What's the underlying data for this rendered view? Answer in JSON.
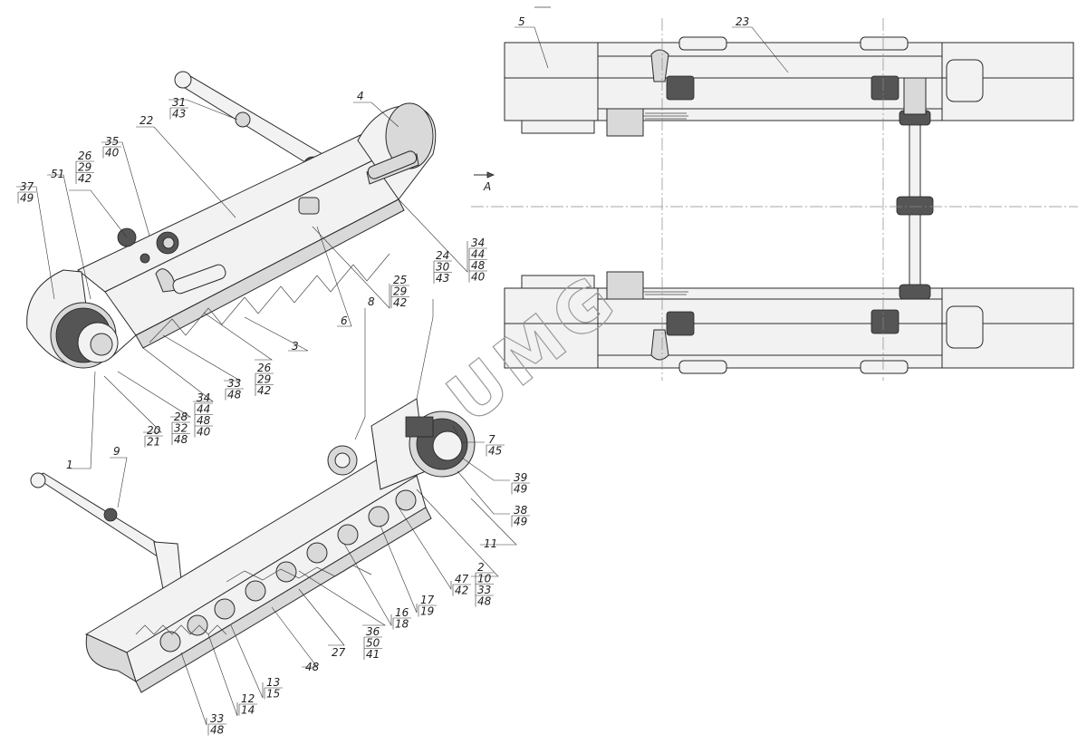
{
  "labels": {
    "c1": {
      "lines": [
        "1"
      ]
    },
    "c2": {
      "lines": [
        "2",
        "10",
        "33",
        "48"
      ]
    },
    "c3": {
      "lines": [
        "3"
      ]
    },
    "c4": {
      "lines": [
        "4"
      ]
    },
    "c5": {
      "lines": [
        "5"
      ]
    },
    "c6": {
      "lines": [
        "6"
      ]
    },
    "c7": {
      "lines": [
        "7",
        "45"
      ]
    },
    "c8": {
      "lines": [
        "8"
      ]
    },
    "c9": {
      "lines": [
        "9"
      ]
    },
    "c11": {
      "lines": [
        "11"
      ]
    },
    "c22": {
      "lines": [
        "22"
      ]
    },
    "c23": {
      "lines": [
        "23"
      ]
    },
    "c24": {
      "lines": [
        "24",
        "30",
        "43"
      ]
    },
    "c25": {
      "lines": [
        "25",
        "29",
        "42"
      ]
    },
    "c26a": {
      "lines": [
        "26",
        "29",
        "42"
      ]
    },
    "c26b": {
      "lines": [
        "26",
        "29",
        "42"
      ]
    },
    "c27": {
      "lines": [
        "27"
      ]
    },
    "c28": {
      "lines": [
        "28",
        "32",
        "48"
      ]
    },
    "c20": {
      "lines": [
        "20",
        "21"
      ]
    },
    "c31": {
      "lines": [
        "31",
        "43"
      ]
    },
    "c33a": {
      "lines": [
        "33",
        "48"
      ]
    },
    "c33b": {
      "lines": [
        "33",
        "48"
      ]
    },
    "c34a": {
      "lines": [
        "34",
        "44",
        "48",
        "40"
      ]
    },
    "c34b": {
      "lines": [
        "34",
        "44",
        "48",
        "40"
      ]
    },
    "c35": {
      "lines": [
        "35",
        "40"
      ]
    },
    "c36": {
      "lines": [
        "36",
        "50",
        "41"
      ]
    },
    "c37": {
      "lines": [
        "37",
        "49"
      ]
    },
    "c38": {
      "lines": [
        "38",
        "49"
      ]
    },
    "c39": {
      "lines": [
        "39",
        "49"
      ]
    },
    "c47": {
      "lines": [
        "47",
        "42"
      ]
    },
    "c48": {
      "lines": [
        "48"
      ]
    },
    "c51": {
      "lines": [
        "51"
      ]
    },
    "c12": {
      "lines": [
        "12",
        "14"
      ]
    },
    "c13": {
      "lines": [
        "13",
        "15"
      ]
    },
    "c16": {
      "lines": [
        "16",
        "18"
      ]
    },
    "c17": {
      "lines": [
        "17",
        "19"
      ]
    },
    "viewA": {
      "lines": [
        "A"
      ]
    }
  },
  "watermark": "UMG"
}
